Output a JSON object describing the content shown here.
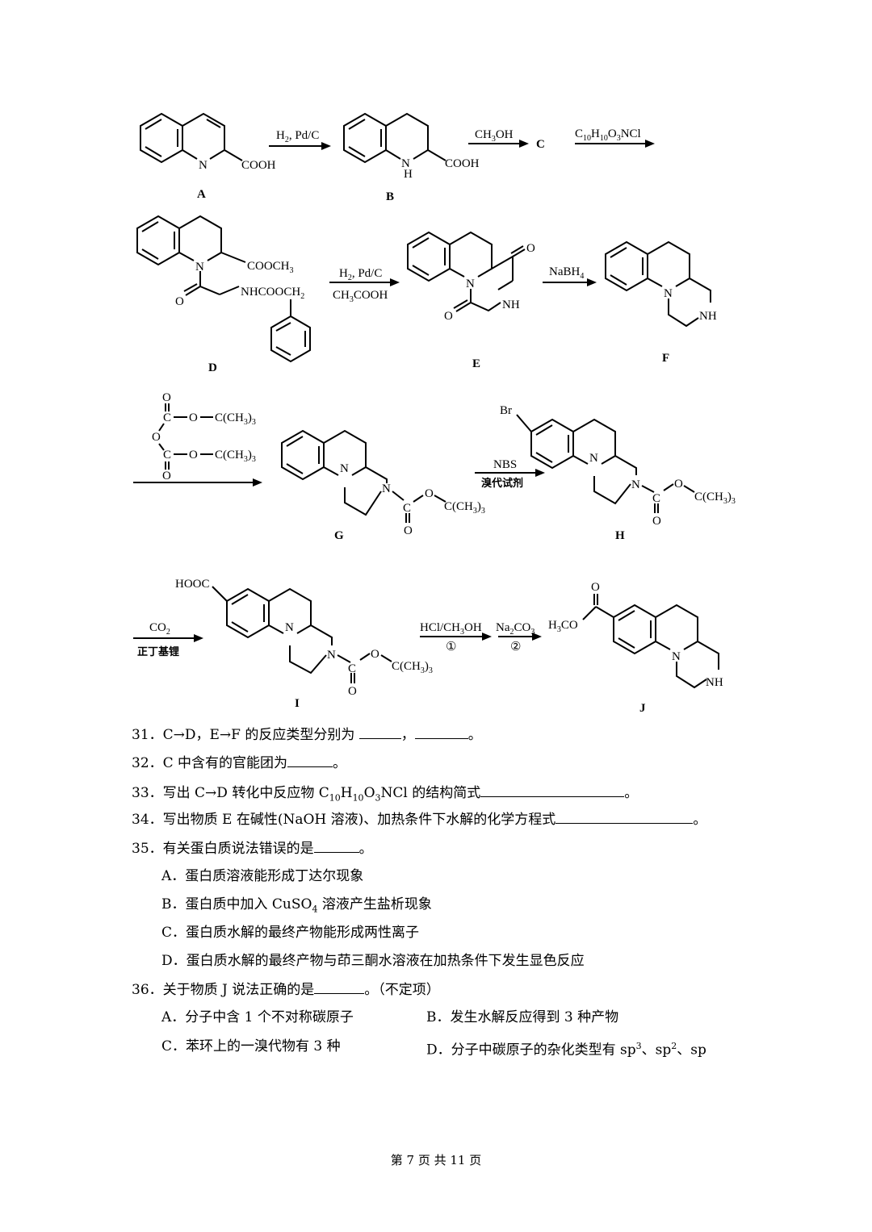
{
  "scheme": {
    "compound_labels": [
      "A",
      "B",
      "C",
      "D",
      "E",
      "F",
      "G",
      "H",
      "I",
      "J"
    ],
    "substituents": {
      "cooh": "COOH",
      "nh": "NH",
      "n": "N",
      "h": "H",
      "cooch3": "COOCH",
      "cooch3_sub": "3",
      "nhcooch2": "NHCOOCH",
      "nhcooch2_sub": "2",
      "o": "O",
      "c": "C",
      "tbu": "C(CH",
      "tbu_sub": "3",
      "tbu_close": ")",
      "tbu_sub2": "3",
      "br": "Br",
      "hooc": "HOOC",
      "h3co": "H",
      "h3co_sub": "3",
      "h3co_tail": "CO"
    },
    "reagents": {
      "ab": "H",
      "ab_sub": "2",
      "ab_tail": ", Pd/C",
      "bc": "CH",
      "bc_sub": "3",
      "bc_tail": "OH",
      "cd_1": "C",
      "cd_1s": "10",
      "cd_2": "H",
      "cd_2s": "10",
      "cd_3": "O",
      "cd_3s": "3",
      "cd_4": "NCl",
      "de_top": "H",
      "de_top_sub": "2",
      "de_top_tail": ", Pd/C",
      "de_bot": "CH",
      "de_bot_sub": "3",
      "de_bot_tail": "COOH",
      "ef": "NaBH",
      "ef_sub": "4",
      "gh_top": "NBS",
      "gh_bot": "溴代试剂",
      "hi_top": "CO",
      "hi_top_sub": "2",
      "hi_bot": "正丁基锂",
      "ij_1": "HCl/CH",
      "ij_1s": "3",
      "ij_1t": "OH",
      "ij_1c": "①",
      "ij_2": "Na",
      "ij_2s": "2",
      "ij_2t": "CO",
      "ij_2s2": "3",
      "ij_2c": "②"
    }
  },
  "questions": {
    "q31_a": "31．C→D，E→F 的反应类型分别为",
    "q31_sep": "，",
    "q31_end": "。",
    "q32_a": "32．C 中含有的官能团为",
    "q32_end": "。",
    "q33_a": "33．写出 C→D 转化中反应物 C",
    "q33_s1": "10",
    "q33_b": "H",
    "q33_s2": "10",
    "q33_c": "O",
    "q33_s3": "3",
    "q33_d": "NCl 的结构简式",
    "q33_end": "。",
    "q34_a": "34．写出物质 E 在碱性(NaOH 溶液)、加热条件下水解的化学方程式",
    "q34_end": "。",
    "q35_a": "35．有关蛋白质说法错误的是",
    "q35_end": "。",
    "q35_A": "A．蛋白质溶液能形成丁达尔现象",
    "q35_B1": "B．蛋白质中加入 CuSO",
    "q35_Bs": "4",
    "q35_B2": " 溶液产生盐析现象",
    "q35_C": "C．蛋白质水解的最终产物能形成两性离子",
    "q35_D": "D．蛋白质水解的最终产物与茚三酮水溶液在加热条件下发生显色反应",
    "q36_a": "36．关于物质 J 说法正确的是",
    "q36_end": "。（不定项）",
    "q36_A": "A．分子中含 1 个不对称碳原子",
    "q36_B": "B．发生水解反应得到 3 种产物",
    "q36_C": "C．苯环上的一溴代物有 3 种",
    "q36_D1": "D．分子中碳原子的杂化类型有 sp",
    "q36_Ds1": "3",
    "q36_D2": "、sp",
    "q36_Ds2": "2",
    "q36_D3": "、sp"
  },
  "footer": "第 7 页 共 11 页"
}
